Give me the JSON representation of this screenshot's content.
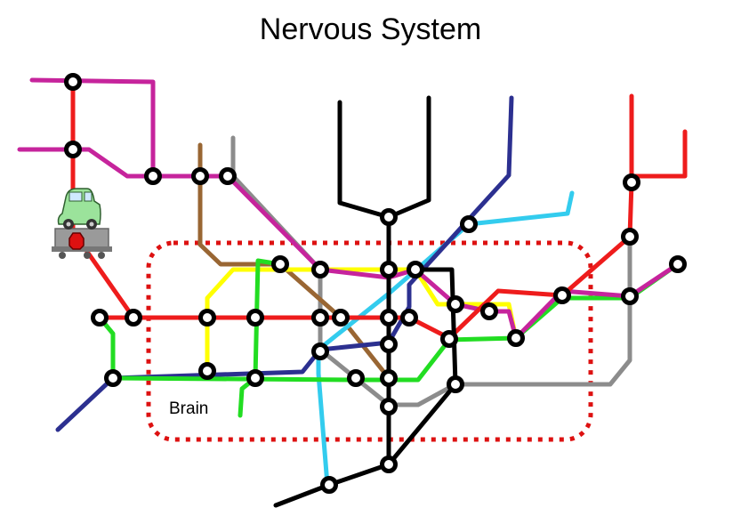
{
  "title": "Nervous System",
  "region_label": "Brain",
  "lines": [
    {
      "id": "red",
      "color": "#ee1c1c"
    },
    {
      "id": "magenta",
      "color": "#c6249c"
    },
    {
      "id": "yellow",
      "color": "#ffff00"
    },
    {
      "id": "green",
      "color": "#22dd22"
    },
    {
      "id": "navy",
      "color": "#2c3090"
    },
    {
      "id": "skyblue",
      "color": "#33ccee"
    },
    {
      "id": "grey",
      "color": "#8c8c8c"
    },
    {
      "id": "brown",
      "color": "#996633"
    },
    {
      "id": "black",
      "color": "#000000"
    }
  ],
  "region_color": "#dd1111",
  "icons": {
    "train": "toy-train-icon",
    "car": "car-icon"
  }
}
